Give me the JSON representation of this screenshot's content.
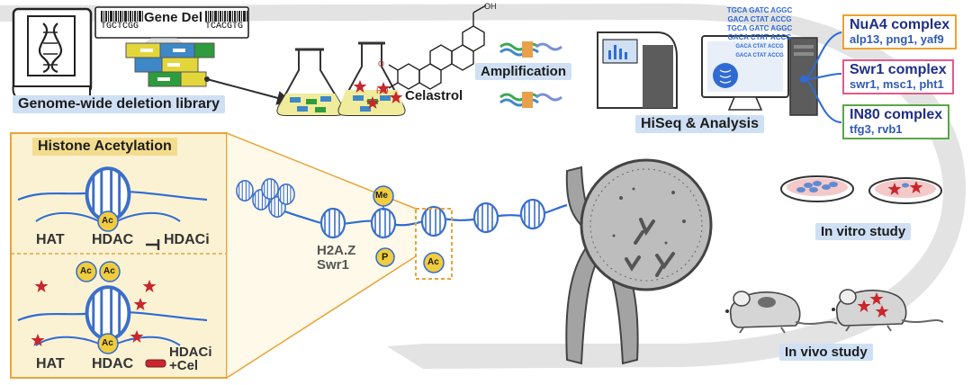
{
  "pipeline": {
    "gene_del": "Gene Del",
    "barcode_left": "TGCTCGG",
    "barcode_right": "TCACGTG",
    "library_label": "Genome-wide deletion library",
    "celastrol": "Celastrol",
    "amplification": "Amplification",
    "hiseq": "HiSeq & Analysis",
    "sequences": [
      "TGCA GATC AGGC",
      "GACA CTAT ACCG",
      "TGCA GATC AGGC",
      "GACA CTAT ACCG",
      "GACA CTAT ACCG",
      "GACA CTAT ACCG"
    ]
  },
  "complexes": [
    {
      "name": "NuA4 complex",
      "genes": "alp13, png1, yaf9",
      "color": "#f0a12c"
    },
    {
      "name": "Swr1 complex",
      "genes": "swr1, msc1, pht1",
      "color": "#e05a8a"
    },
    {
      "name": "IN80 complex",
      "genes": "tfg3, rvb1",
      "color": "#58a845"
    }
  ],
  "acetylation": {
    "title": "Histone Acetylation",
    "hat": "HAT",
    "hdac": "HDAC",
    "hdaci": "HDACi",
    "hdaci_cel": "HDACi\n+Cel",
    "ac": "Ac"
  },
  "chromatin": {
    "h2az": "H2A.Z",
    "swr1": "Swr1",
    "me": "Me",
    "p": "P",
    "ac": "Ac"
  },
  "studies": {
    "in_vitro": "In vitro study",
    "in_vivo": "In vivo study"
  },
  "colors": {
    "band": "#e3e3e3",
    "dna": "#2f6bd3",
    "nucleosome": "#3b6fc9",
    "panel_bg": "#fbf2d4",
    "panel_border": "#e7a43a",
    "ac_fill": "#f0cc3e",
    "star": "#c9262d",
    "chromosome": "#a3a3a3"
  }
}
